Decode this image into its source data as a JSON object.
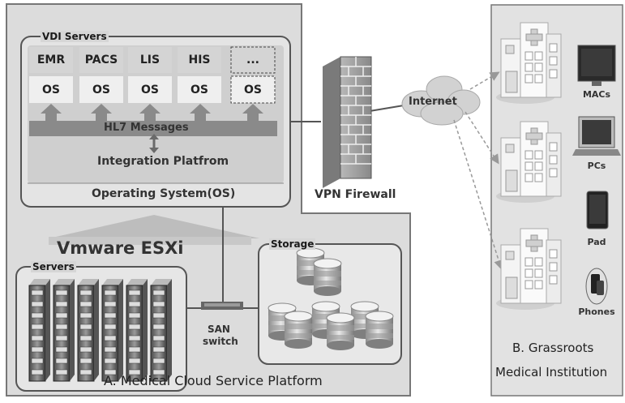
{
  "platform": {
    "caption": "A. Medical Cloud Service Platform",
    "vdi": {
      "title": "VDI Servers",
      "apps": [
        "EMR",
        "PACS",
        "LIS",
        "HIS",
        "..."
      ],
      "os_label": "OS",
      "hl7": "HL7 Messages",
      "integration": "Integration Platfrom",
      "os_full": "Operating System(OS)"
    },
    "hypervisor": "Vmware ESXi",
    "servers_title": "Servers",
    "storage_title": "Storage",
    "san": [
      "SAN",
      "switch"
    ]
  },
  "network": {
    "firewall": "VPN Firewall",
    "internet": "Internet"
  },
  "institution": {
    "caption_line1": "B. Grassroots",
    "caption_line2": "Medical Institution",
    "devices": [
      "MACs",
      "PCs",
      "Pad",
      "Phones"
    ]
  }
}
